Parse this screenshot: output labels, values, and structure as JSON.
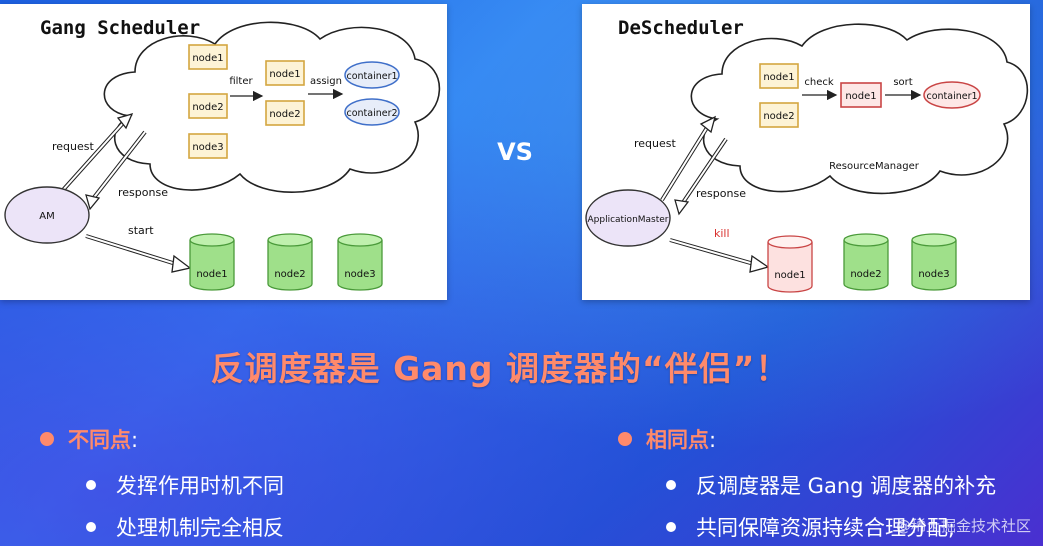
{
  "left_diagram": {
    "title": "Gang Scheduler",
    "nodes_in_cloud": [
      "node1",
      "node2",
      "node3"
    ],
    "filter_label": "filter",
    "filtered_nodes": [
      "node1",
      "node2"
    ],
    "assign_label": "assign",
    "containers": [
      "container1",
      "container2"
    ],
    "request_label": "request",
    "response_label": "response",
    "am_label": "AM",
    "start_label": "start",
    "started_nodes": [
      "node1",
      "node2",
      "node3"
    ]
  },
  "right_diagram": {
    "title": "DeScheduler",
    "nodes_in_cloud": [
      "node1",
      "node2"
    ],
    "check_label": "check",
    "checked_node": "node1",
    "sort_label": "sort",
    "container": "container1",
    "resource_manager_label": "ResourceManager",
    "request_label": "request",
    "response_label": "response",
    "am_label": "ApplicationMaster",
    "kill_label": "kill",
    "nodes": [
      "node1",
      "node2",
      "node3"
    ]
  },
  "vs_label": "VS",
  "headline": "反调度器是 Gang 调度器的“伴侣”！",
  "differences": {
    "heading": "不同点",
    "colon": ":",
    "items": [
      "发挥作用时机不同",
      "处理机制完全相反"
    ]
  },
  "similarities": {
    "heading": "相同点",
    "colon": ":",
    "items": [
      "反调度器是 Gang 调度器的补充",
      "共同保障资源持续合理分配;"
    ]
  },
  "watermark": "@稀土掘金技术社区",
  "colors": {
    "accent": "#ff8a6b",
    "node_box_fill": "#fdf3d6",
    "node_box_stroke": "#d4a640",
    "container_fill": "#e7edf9",
    "container_stroke": "#3f6fc9",
    "am_fill": "#ece4f8",
    "cylinder_fill": "#9fe08a",
    "kill_red": "#d9322f"
  }
}
